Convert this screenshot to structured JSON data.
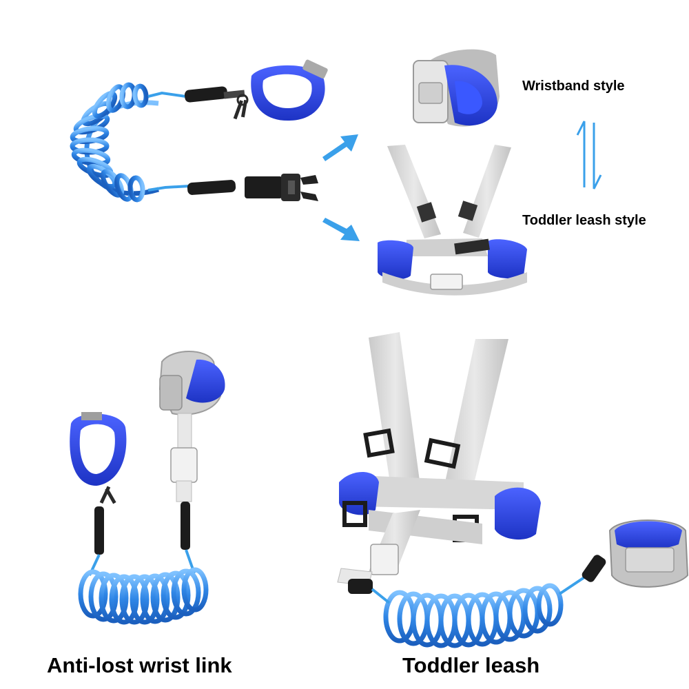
{
  "labels": {
    "wristband_style": "Wristband style",
    "toddler_leash_style": "Toddler leash style",
    "anti_lost_wrist_link": "Anti-lost wrist link",
    "toddler_leash": "Toddler leash"
  },
  "colors": {
    "coil_blue": "#2f86e6",
    "strap_blue": "#1f3fd6",
    "strap_gray": "#d6d6d6",
    "buckle_black": "#1c1c1c",
    "arrow_blue": "#3aa0ea"
  },
  "icons": [
    "swap-arrows-icon",
    "arrow-right-up-icon",
    "arrow-right-down-icon"
  ]
}
